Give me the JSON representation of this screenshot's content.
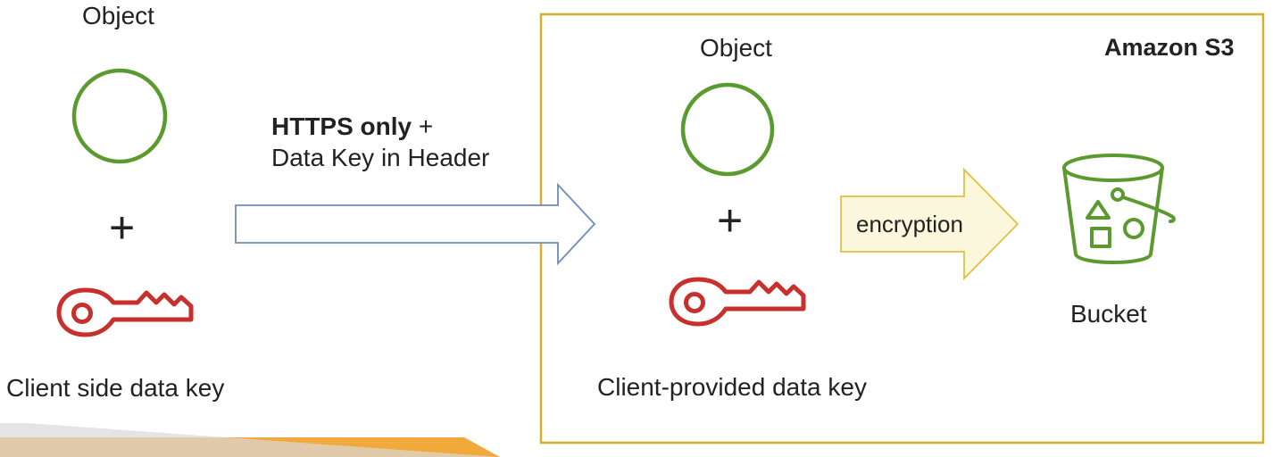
{
  "client": {
    "object_label": "Object",
    "plus": "+",
    "key_label": "Client side data key"
  },
  "transfer": {
    "line1_bold": "HTTPS only",
    "line1_rest": " +",
    "line2": "Data Key in Header"
  },
  "s3": {
    "title": "Amazon S3",
    "object_label": "Object",
    "plus": "+",
    "key_label": "Client-provided data key",
    "encryption_label": "encryption",
    "bucket_label": "Bucket"
  },
  "colors": {
    "object_green": "#5a9a2e",
    "key_red": "#c7302c",
    "bucket_green": "#5a9a2e",
    "s3_border": "#d9ad2f",
    "arrow_blue_stroke": "#6e8cb8",
    "encryption_arrow_fill": "#fbf7dc",
    "encryption_arrow_stroke": "#e2c040",
    "footer_orange": "#f2a93b"
  },
  "icons": {
    "object": "circle-icon",
    "key": "key-icon",
    "bucket": "s3-bucket-icon"
  }
}
